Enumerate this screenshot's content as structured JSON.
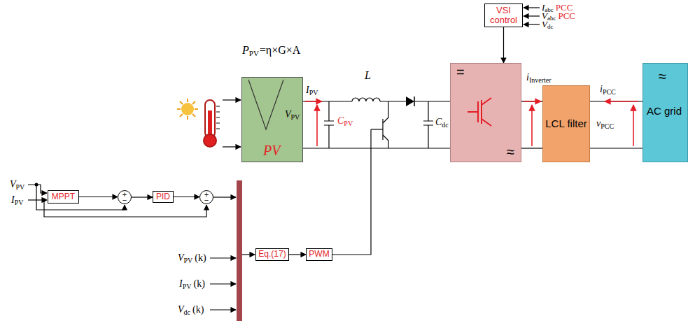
{
  "diagram": {
    "nodes": [
      {
        "text": [
          "VSI control"
        ]
      },
      {
        "text": [
          "PV"
        ]
      },
      {
        "text": [
          "=",
          "≈"
        ]
      },
      {
        "text": [
          "LCL filter"
        ]
      },
      {
        "text": [
          "≈",
          "AC grid"
        ]
      },
      {
        "text": [
          "MPPT"
        ]
      },
      {
        "text": [
          "+",
          "−"
        ]
      },
      {
        "text": [
          "PID"
        ]
      },
      {
        "text": [
          "+",
          "−"
        ]
      },
      {
        "text": [
          "Eq.(17)"
        ]
      },
      {
        "text": [
          "PWM"
        ]
      }
    ],
    "edges": [
      {
        "from": 0,
        "to": 2,
        "arrow": "to"
      },
      {
        "from": 2,
        "to": 3,
        "arrow": "none"
      },
      {
        "from": 2,
        "to": 3,
        "arrow": "none"
      },
      {
        "from": 3,
        "to": 4,
        "arrow": "none"
      },
      {
        "from": 3,
        "to": 4,
        "arrow": "none"
      },
      {
        "from": 5,
        "to": 6,
        "arrow": "to"
      },
      {
        "from": 6,
        "to": 7,
        "arrow": "to"
      },
      {
        "from": 7,
        "to": 8,
        "arrow": "to"
      },
      {
        "from": 9,
        "to": 10,
        "arrow": "to"
      }
    ],
    "labels": [
      "P",
      "PV",
      "=η×G×A",
      "I",
      "PV",
      "V",
      "PV",
      "L",
      "C",
      "PV",
      "C",
      "dc",
      "i",
      "Inverter",
      "i",
      "PCC",
      "v",
      "PCC",
      "I",
      "abc",
      "PCC",
      "V",
      "abc",
      "PCC",
      "V",
      "dc",
      "V",
      "PV",
      "I",
      "PV",
      "V",
      "PV",
      "(k)",
      "I",
      "PV",
      "(k)",
      "V",
      "dc",
      "(k)"
    ]
  }
}
